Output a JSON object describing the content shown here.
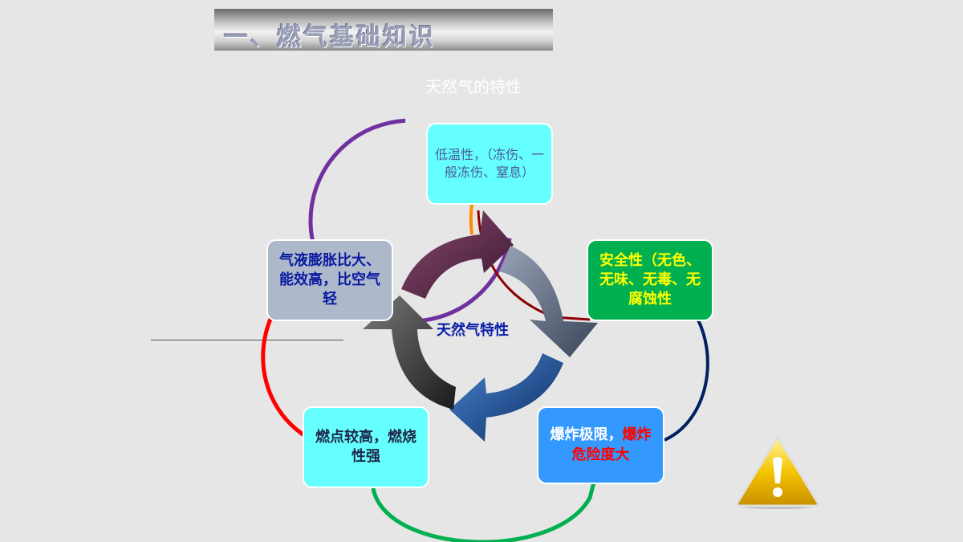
{
  "header": {
    "title": "一、燃气基础知识"
  },
  "subtitle": "天然气的特性",
  "center_label": "天然气特性",
  "boxes": {
    "top": "低温性，（冻伤、一般冻伤、窒息）",
    "right": "安全性（无色、无味、无毒、无腐蚀性",
    "bottom_right_a": "爆炸极限，",
    "bottom_right_b": "爆炸危险度大",
    "bottom_left": "燃点较高，燃烧性强",
    "left": "气液膨胀比大、能效高，比空气轻"
  },
  "colors": {
    "arrow_top": "#5a2a4a",
    "arrow_right": "#5a6478",
    "arrow_bottom": "#1f4e8c",
    "arrow_left": "#3a3a3a",
    "ring_purple": "#7030a0",
    "ring_red": "#ff0000",
    "ring_green": "#00b050",
    "ring_navy": "#002060",
    "ring_darkred": "#8b0000",
    "ring_orange": "#ff8c00"
  },
  "icons": {
    "warning": "warning-icon"
  }
}
